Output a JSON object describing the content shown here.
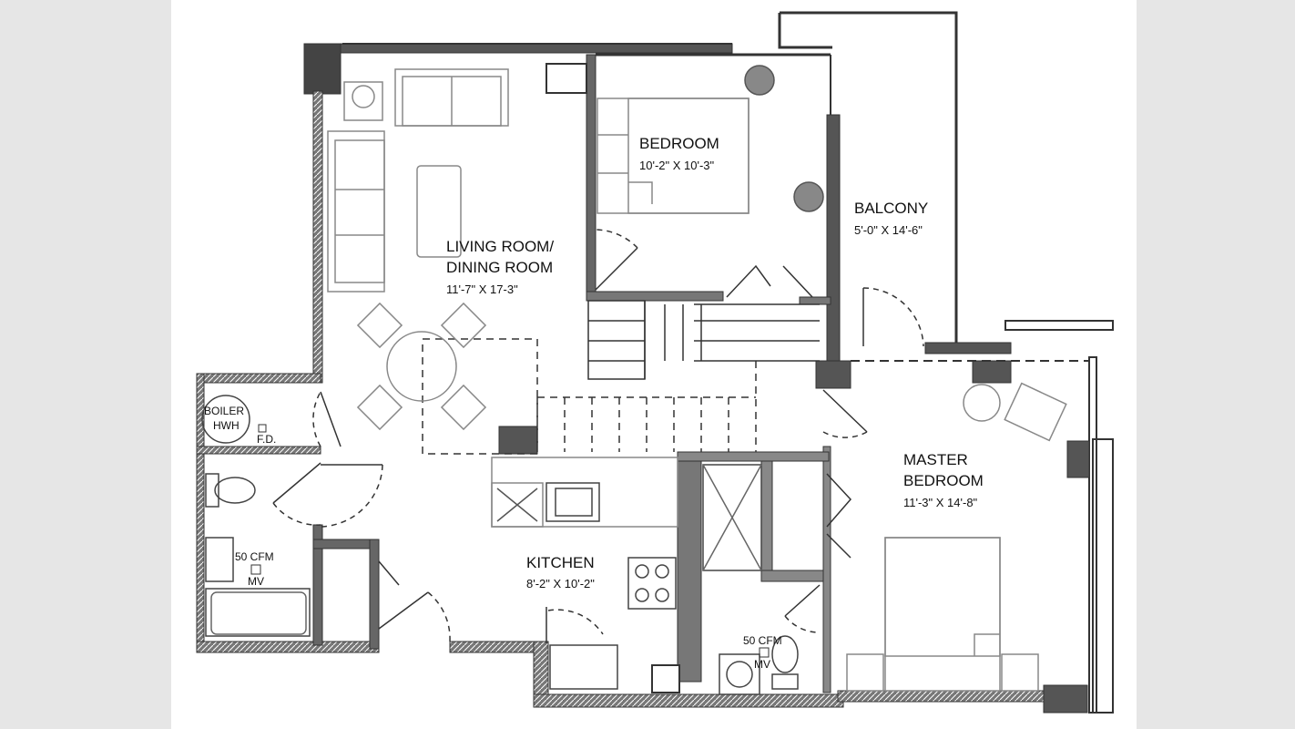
{
  "rooms": {
    "bedroom": {
      "name": "BEDROOM",
      "dims": "10'-2\" X 10'-3\""
    },
    "balcony": {
      "name": "BALCONY",
      "dims": "5'-0\" X 14'-6\""
    },
    "living": {
      "name_line1": "LIVING ROOM/",
      "name_line2": "DINING ROOM",
      "dims": "11'-7\" X 17-3\""
    },
    "master": {
      "name_line1": "MASTER",
      "name_line2": "BEDROOM",
      "dims": "11'-3\" X 14'-8\""
    },
    "kitchen": {
      "name": "KITCHEN",
      "dims": "8'-2\" X 10'-2\""
    }
  },
  "fixtures": {
    "boiler_line1": "BOILER",
    "boiler_line2": "HWH",
    "floor_drain": "F.D.",
    "fan_1": "50 CFM",
    "fan_1_sub": "MV",
    "fan_2": "50 CFM",
    "fan_2_sub": "MV"
  },
  "colors": {
    "background": "#e6e6e6",
    "sheet": "#ffffff",
    "wall": "#4a4a4a",
    "line": "#333333",
    "column": "#555555"
  }
}
